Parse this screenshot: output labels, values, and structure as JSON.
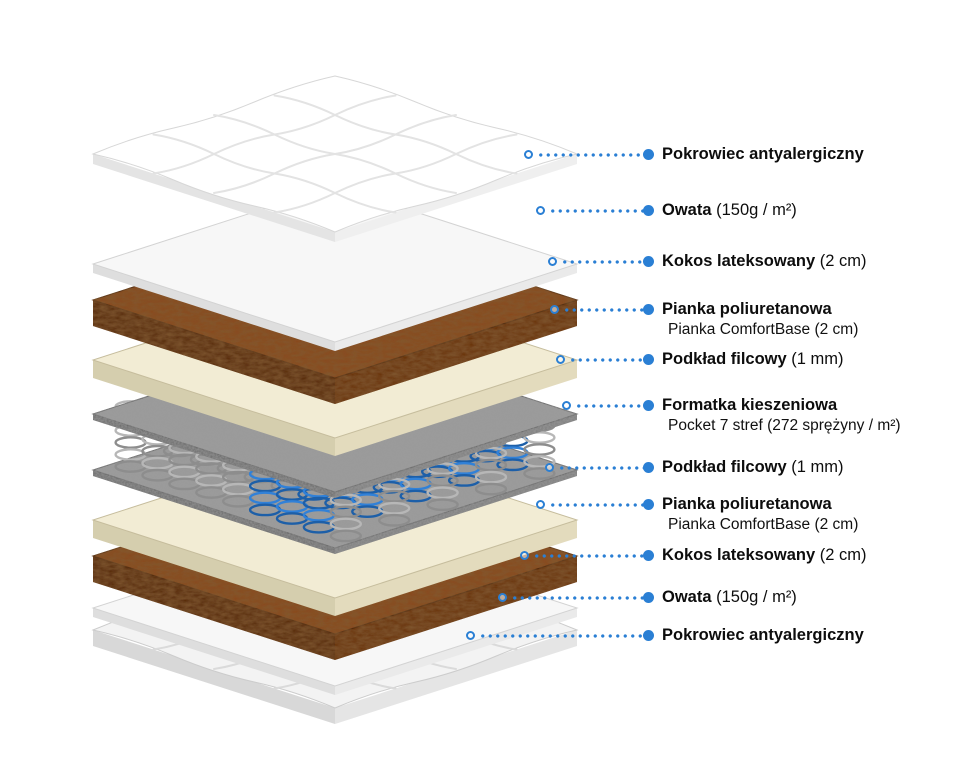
{
  "labels": [
    {
      "bold": "Pokrowiec antyalergiczny",
      "rest": ""
    },
    {
      "bold": "Owata",
      "rest": " (150g / m²)"
    },
    {
      "bold": "Kokos lateksowany",
      "rest": " (2 cm)"
    },
    {
      "bold": "Pianka poliuretanowa",
      "rest": "",
      "sub": "Pianka ComfortBase (2 cm)"
    },
    {
      "bold": "Podkład filcowy",
      "rest": " (1 mm)"
    },
    {
      "bold": "Formatka kieszeniowa",
      "rest": "",
      "sub": "Pocket 7 stref (272 sprężyny / m²)"
    },
    {
      "bold": "Podkład filcowy",
      "rest": " (1 mm)"
    },
    {
      "bold": "Pianka poliuretanowa",
      "rest": "",
      "sub": "Pianka ComfortBase (2 cm)"
    },
    {
      "bold": "Kokos lateksowany",
      "rest": " (2 cm)"
    },
    {
      "bold": "Owata",
      "rest": " (150g / m²)"
    },
    {
      "bold": "Pokrowiec antyalergiczny",
      "rest": ""
    }
  ],
  "colors": {
    "accent": "#2a7fd4",
    "cover": {
      "top": "#ffffff",
      "left": "#e4e4e4",
      "right": "#efefef",
      "stroke": "#d7d7d7",
      "quilt": "#e3e3e3"
    },
    "cover_bottom": {
      "top": "#f3f3f3",
      "left": "#d8d8d8",
      "right": "#e5e5e5",
      "stroke": "#cccccc",
      "quilt": "#dadada"
    },
    "owata": {
      "top": "#f7f7f7",
      "left": "#dedede",
      "right": "#eaeaea",
      "stroke": "#d3d3d3"
    },
    "kokos": {
      "top": "#8a4a1f",
      "left": "#55280b",
      "right": "#693311",
      "stroke": "#4a2209"
    },
    "pianka": {
      "top": "#f2ecd4",
      "left": "#d5ceae",
      "right": "#e3dbbd",
      "stroke": "#c6bd9d"
    },
    "felt": {
      "top": "#9b9b9b",
      "left": "#6b6b6b",
      "right": "#7e7e7e",
      "stroke": "#5e5e5e"
    },
    "springs": {
      "gray": "#b7b7b7",
      "gray_dark": "#8d8d8d",
      "blue": "#3181d8",
      "blue_dark": "#1d5fa8"
    }
  }
}
